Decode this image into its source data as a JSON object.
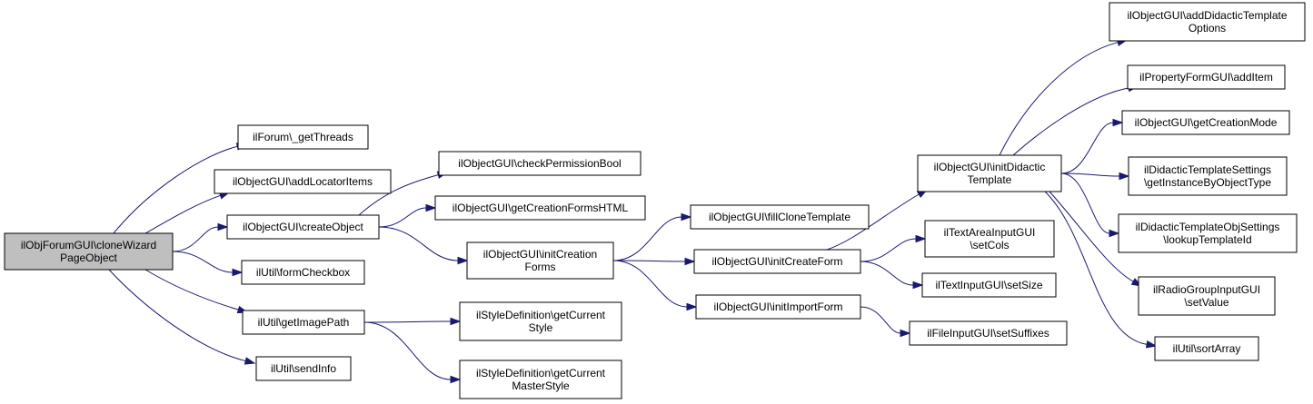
{
  "nodes": {
    "root": [
      "ilObjForumGUI\\cloneWizard",
      "PageObject"
    ],
    "getThreads": [
      "ilForum\\_getThreads"
    ],
    "addLocatorItems": [
      "ilObjectGUI\\addLocatorItems"
    ],
    "createObject": [
      "ilObjectGUI\\createObject"
    ],
    "formCheckbox": [
      "ilUtil\\formCheckbox"
    ],
    "getImagePath": [
      "ilUtil\\getImagePath"
    ],
    "sendInfo": [
      "ilUtil\\sendInfo"
    ],
    "checkPermissionBool": [
      "ilObjectGUI\\checkPermissionBool"
    ],
    "getCreationFormsHTML": [
      "ilObjectGUI\\getCreationFormsHTML"
    ],
    "initCreationForms": [
      "ilObjectGUI\\initCreation",
      "Forms"
    ],
    "getCurrentStyle": [
      "ilStyleDefinition\\getCurrent",
      "Style"
    ],
    "getCurrentMasterStyle": [
      "ilStyleDefinition\\getCurrent",
      "MasterStyle"
    ],
    "fillCloneTemplate": [
      "ilObjectGUI\\fillCloneTemplate"
    ],
    "initCreateForm": [
      "ilObjectGUI\\initCreateForm"
    ],
    "initImportForm": [
      "ilObjectGUI\\initImportForm"
    ],
    "initDidacticTemplate": [
      "ilObjectGUI\\initDidactic",
      "Template"
    ],
    "setCols": [
      "ilTextAreaInputGUI",
      "\\setCols"
    ],
    "setSize": [
      "ilTextInputGUI\\setSize"
    ],
    "setSuffixes": [
      "ilFileInputGUI\\setSuffixes"
    ],
    "addDidacticTemplateOptions": [
      "ilObjectGUI\\addDidacticTemplate",
      "Options"
    ],
    "addItem": [
      "ilPropertyFormGUI\\addItem"
    ],
    "getCreationMode": [
      "ilObjectGUI\\getCreationMode"
    ],
    "getInstanceByObjectType": [
      "ilDidacticTemplateSettings",
      "\\getInstanceByObjectType"
    ],
    "lookupTemplateId": [
      "ilDidacticTemplateObjSettings",
      "\\lookupTemplateId"
    ],
    "setValue": [
      "ilRadioGroupInputGUI",
      "\\setValue"
    ],
    "sortArray": [
      "ilUtil\\sortArray"
    ]
  },
  "edges": [
    [
      "root",
      "getThreads"
    ],
    [
      "root",
      "addLocatorItems"
    ],
    [
      "root",
      "createObject"
    ],
    [
      "root",
      "formCheckbox"
    ],
    [
      "root",
      "getImagePath"
    ],
    [
      "root",
      "sendInfo"
    ],
    [
      "createObject",
      "checkPermissionBool"
    ],
    [
      "createObject",
      "getCreationFormsHTML"
    ],
    [
      "createObject",
      "initCreationForms"
    ],
    [
      "getImagePath",
      "getCurrentStyle"
    ],
    [
      "getImagePath",
      "getCurrentMasterStyle"
    ],
    [
      "initCreationForms",
      "fillCloneTemplate"
    ],
    [
      "initCreationForms",
      "initCreateForm"
    ],
    [
      "initCreationForms",
      "initImportForm"
    ],
    [
      "initCreateForm",
      "initDidacticTemplate"
    ],
    [
      "initCreateForm",
      "setCols"
    ],
    [
      "initCreateForm",
      "setSize"
    ],
    [
      "initImportForm",
      "setSuffixes"
    ],
    [
      "initDidacticTemplate",
      "addDidacticTemplateOptions"
    ],
    [
      "initDidacticTemplate",
      "addItem"
    ],
    [
      "initDidacticTemplate",
      "getCreationMode"
    ],
    [
      "initDidacticTemplate",
      "getInstanceByObjectType"
    ],
    [
      "initDidacticTemplate",
      "lookupTemplateId"
    ],
    [
      "initDidacticTemplate",
      "setValue"
    ],
    [
      "initDidacticTemplate",
      "sortArray"
    ]
  ]
}
